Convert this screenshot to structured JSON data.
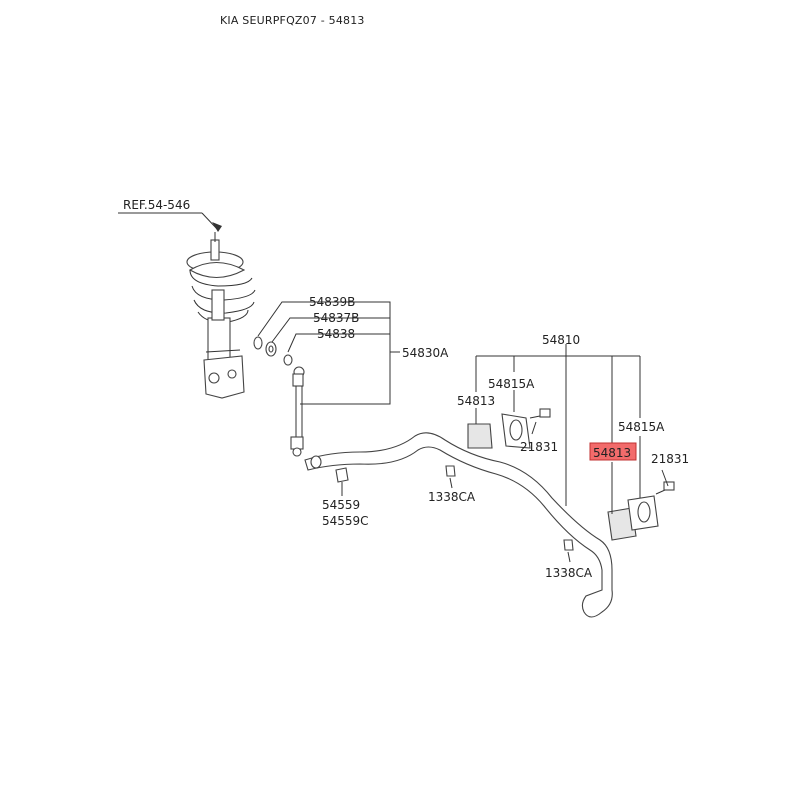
{
  "title": "KIA SEURPFQZ07 - 54813",
  "labels": {
    "ref": "REF.54-546",
    "p54839b": "54839B",
    "p54837b": "54837B",
    "p54838": "54838",
    "p54830a": "54830A",
    "p54559": "54559",
    "p54559c": "54559C",
    "p54810": "54810",
    "p54815a_left": "54815A",
    "p54813_left": "54813",
    "p21831_left": "21831",
    "p1338ca_left": "1338CA",
    "p54815a_right": "54815A",
    "p54813_right": "54813",
    "p21831_right": "21831",
    "p1338ca_right": "1338CA"
  },
  "highlight": {
    "part": "54813",
    "color": "#f26b6b"
  }
}
